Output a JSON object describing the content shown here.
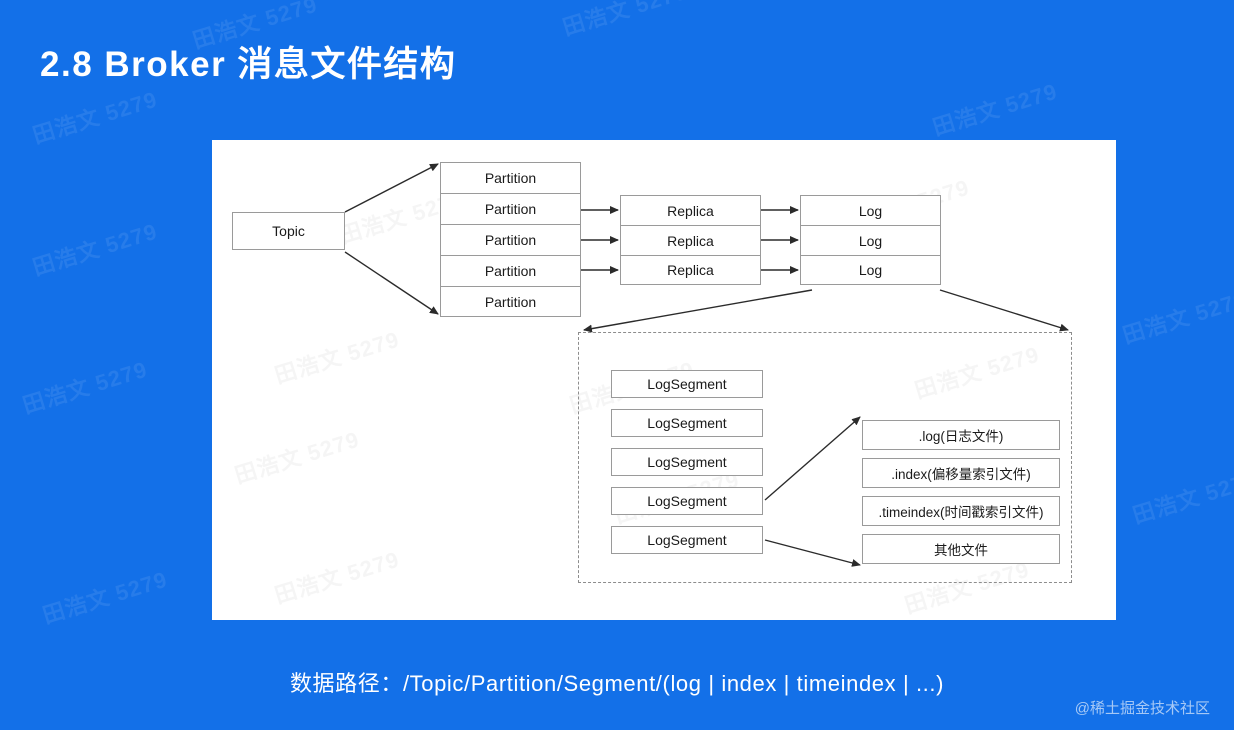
{
  "slide": {
    "background_color": "#1370e8",
    "title": "2.8 Broker 消息文件结构",
    "caption": "数据路径：/Topic/Partition/Segment/(log | index | timeindex | ...)",
    "credit": "@稀土掘金技术社区",
    "watermark_text": "田浩文 5279"
  },
  "diagram": {
    "panel_background": "#ffffff",
    "box_border_color": "#9a9a9a",
    "topic": {
      "label": "Topic"
    },
    "partitions": {
      "label": "Partition",
      "items": [
        {
          "label": "Partition"
        },
        {
          "label": "Partition"
        },
        {
          "label": "Partition"
        },
        {
          "label": "Partition"
        },
        {
          "label": "Partition"
        }
      ]
    },
    "replicas": {
      "items": [
        {
          "label": "Replica"
        },
        {
          "label": "Replica"
        },
        {
          "label": "Replica"
        }
      ]
    },
    "logs": {
      "items": [
        {
          "label": "Log"
        },
        {
          "label": "Log"
        },
        {
          "label": "Log"
        }
      ]
    },
    "log_segments": {
      "items": [
        {
          "label": "LogSegment"
        },
        {
          "label": "LogSegment"
        },
        {
          "label": "LogSegment"
        },
        {
          "label": "LogSegment"
        },
        {
          "label": "LogSegment"
        }
      ]
    },
    "segment_files": {
      "items": [
        {
          "label": ".log(日志文件)"
        },
        {
          "label": ".index(偏移量索引文件)"
        },
        {
          "label": ".timeindex(时间戳索引文件)"
        },
        {
          "label": "其他文件"
        }
      ]
    }
  }
}
